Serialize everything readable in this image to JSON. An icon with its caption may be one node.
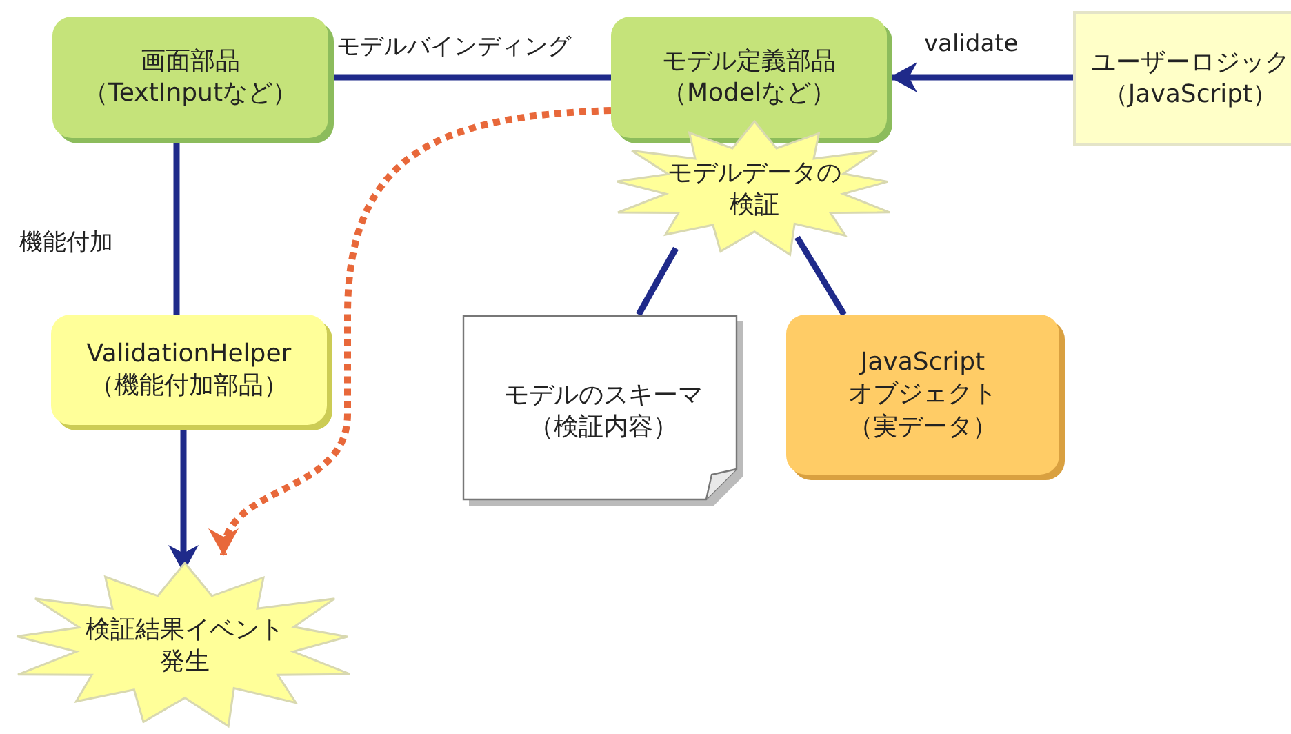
{
  "diagram": {
    "nodes": [
      {
        "text": [
          "画面部品",
          "（TextInputなど）"
        ]
      },
      {
        "text": [
          "モデル定義部品",
          "（Modelなど）"
        ]
      },
      {
        "text": [
          "ユーザーロジック",
          "（JavaScript）"
        ]
      },
      {
        "text": [
          "モデルデータの検証"
        ]
      },
      {
        "text": [
          "ValidationHelper",
          "（機能付加部品）"
        ]
      },
      {
        "text": [
          "モデルのスキーマ",
          "（検証内容）"
        ]
      },
      {
        "text": [
          "JavaScript オブジェクト",
          "（実データ）"
        ]
      },
      {
        "text": [
          "検証結果イベント発生"
        ]
      }
    ],
    "edges": [
      {
        "from": 0,
        "to": 1,
        "arrow": "none",
        "label": "モデルバインディング"
      },
      {
        "from": 2,
        "to": 1,
        "arrow": "to",
        "label": "validate"
      },
      {
        "from": 0,
        "to": 4,
        "arrow": "none",
        "label": "機能付加"
      },
      {
        "from": 4,
        "to": 7,
        "arrow": "to"
      },
      {
        "from": 1,
        "to": 7,
        "arrow": "to",
        "style": "dashed",
        "color": "#e8683a"
      },
      {
        "from": 3,
        "to": 5,
        "arrow": "none"
      },
      {
        "from": 3,
        "to": 6,
        "arrow": "none"
      }
    ]
  }
}
